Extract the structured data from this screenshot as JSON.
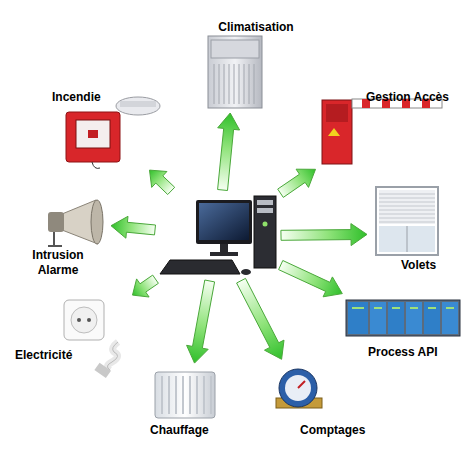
{
  "diagram": {
    "nodes": [
      {
        "text": []
      },
      {
        "text": [
          "Climatisation"
        ]
      },
      {
        "text": [
          "Incendie"
        ]
      },
      {
        "text": [
          "Gestion Accès"
        ]
      },
      {
        "text": [
          "Volets"
        ]
      },
      {
        "text": [
          "Intrusion Alarme"
        ]
      },
      {
        "text": [
          "Electricité"
        ]
      },
      {
        "text": [
          "Process API"
        ]
      },
      {
        "text": [
          "Chauffage"
        ]
      },
      {
        "text": [
          "Comptages"
        ]
      }
    ],
    "edges": [
      {
        "from": 0,
        "to": 1,
        "arrow": "to"
      },
      {
        "from": 0,
        "to": 2,
        "arrow": "to"
      },
      {
        "from": 0,
        "to": 3,
        "arrow": "to"
      },
      {
        "from": 0,
        "to": 4,
        "arrow": "to"
      },
      {
        "from": 0,
        "to": 5,
        "arrow": "to"
      },
      {
        "from": 0,
        "to": 6,
        "arrow": "to"
      },
      {
        "from": 0,
        "to": 7,
        "arrow": "to"
      },
      {
        "from": 0,
        "to": 8,
        "arrow": "to"
      },
      {
        "from": 0,
        "to": 9,
        "arrow": "to"
      }
    ]
  }
}
